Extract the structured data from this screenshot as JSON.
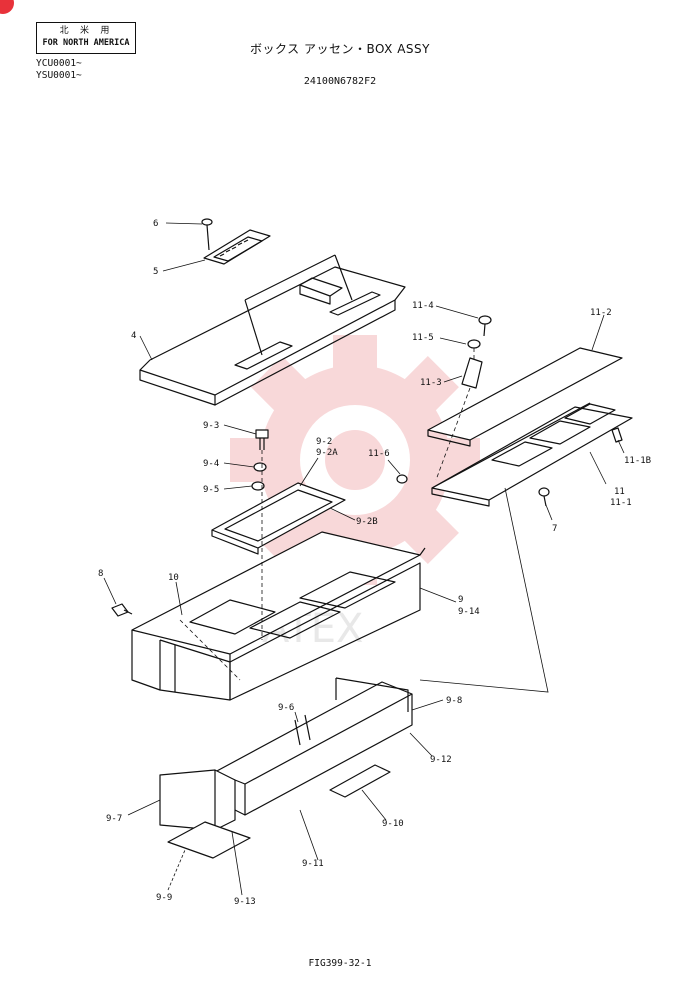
{
  "header": {
    "region_line1": "北 米 用",
    "region_line2": "FOR NORTH AMERICA",
    "serial_1": "YCU0001~",
    "serial_2": "YSU0001~",
    "title": "ボックス アッセン・BOX ASSY",
    "part_number": "24100N6782F2"
  },
  "footer": {
    "figure_id": "FIG399-32-1"
  },
  "watermark": {
    "text": "ATEX",
    "color": "#f4b9bb"
  },
  "callouts": {
    "c6": "6",
    "c5": "5",
    "c4": "4",
    "c11_4": "11-4",
    "c11_5": "11-5",
    "c11_3": "11-3",
    "c11_2": "11-2",
    "c11_1b": "11-1B",
    "c11": "11",
    "c11_1": "11-1",
    "c7": "7",
    "c11_6": "11-6",
    "c9_3": "9-3",
    "c9_4": "9-4",
    "c9_5": "9-5",
    "c9_2": "9-2",
    "c9_2a": "9-2A",
    "c9_2b": "9-2B",
    "c8": "8",
    "c10": "10",
    "c9": "9",
    "c9_14": "9-14",
    "c9_6": "9-6",
    "c9_8": "9-8",
    "c9_12": "9-12",
    "c9_7": "9-7",
    "c9_10": "9-10",
    "c9_11": "9-11",
    "c9_9": "9-9",
    "c9_13": "9-13"
  }
}
